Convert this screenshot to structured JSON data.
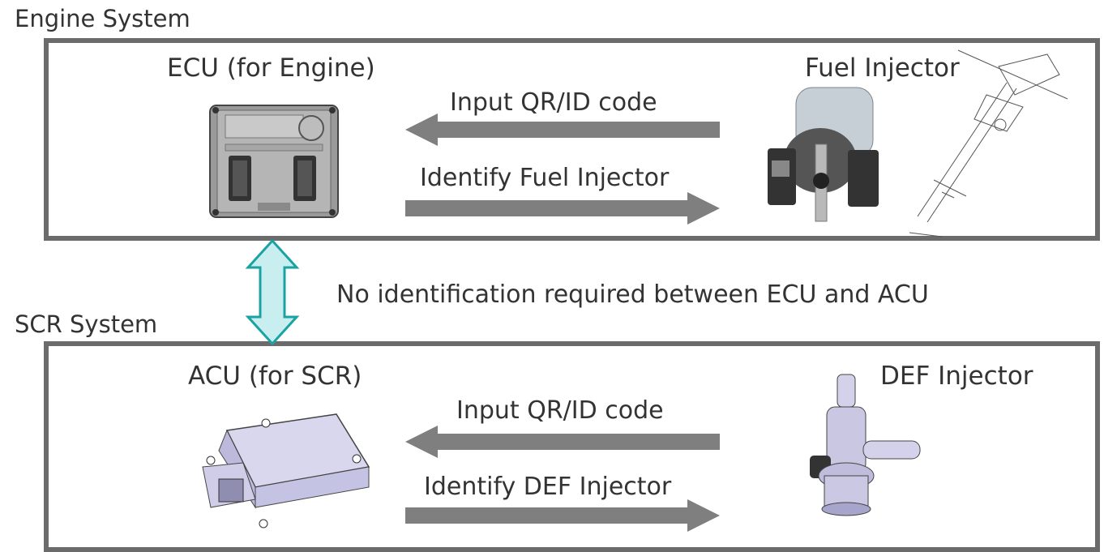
{
  "engine_system": {
    "section_label": "Engine System",
    "ecu_title": "ECU (for Engine)",
    "injector_title": "Fuel Injector",
    "arrow_to_ecu_label": "Input QR/ID code",
    "arrow_to_injector_label": "Identify Fuel Injector"
  },
  "link": {
    "label": "No identification required between ECU and ACU"
  },
  "scr_system": {
    "section_label": "SCR System",
    "acu_title": "ACU (for SCR)",
    "injector_title": "DEF Injector",
    "arrow_to_acu_label": "Input QR/ID code",
    "arrow_to_injector_label": "Identify DEF Injector"
  },
  "colors": {
    "panel_border": "#6b6b6b",
    "arrow_gray": "#7f7f7f",
    "double_arrow_fill": "#c8eef0",
    "double_arrow_stroke": "#1aa3a3"
  }
}
